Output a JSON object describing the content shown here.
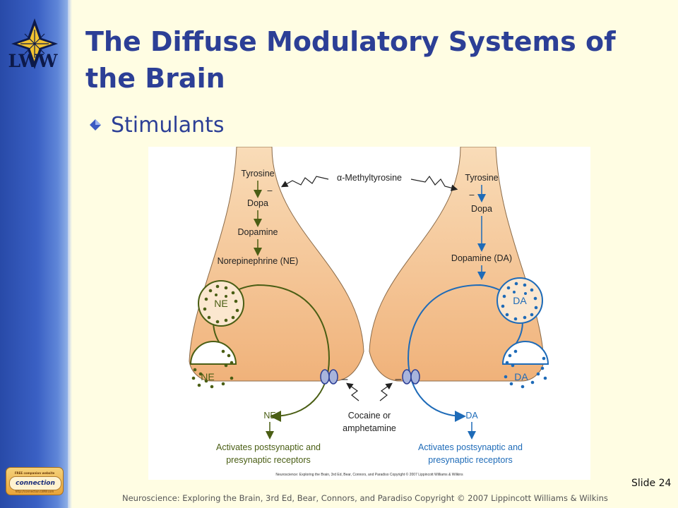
{
  "sidebar": {
    "logo_text": "LWW",
    "badge_top_text": "FREE companion website",
    "badge_main_text": "connection",
    "badge_url_text": "http://connection.LWW.com"
  },
  "slide": {
    "title": "The Diffuse Modulatory Systems of the Brain",
    "bullet": "Stimulants",
    "slide_number": "Slide 24",
    "copyright": "Neuroscience:  Exploring the Brain, 3rd Ed, Bear, Connors, and Paradiso  Copyright © 2007 Lippincott  Williams & Wilkins"
  },
  "figure": {
    "left_terminal": {
      "steps": [
        "Tyrosine",
        "Dopa",
        "Dopamine",
        "Norepinephrine (NE)"
      ],
      "vesicle_label": "NE",
      "released_label": "NE",
      "receptor_text_1": "Activates postsynaptic and",
      "receptor_text_2": "presynaptic receptors"
    },
    "right_terminal": {
      "steps": [
        "Tyrosine",
        "Dopa",
        "Dopamine (DA)"
      ],
      "vesicle_label": "DA",
      "released_label": "DA",
      "receptor_text_1": "Activates postsynaptic and",
      "receptor_text_2": "presynaptic receptors"
    },
    "inhibitor": "α-Methyltyrosine",
    "drug_line_1": "Cocaine or",
    "drug_line_2": "amphetamine",
    "minus_sign": "–",
    "caption": "Neuroscience: Exploring the Brain, 3rd Ed, Bear, Connors, and Paradiso Copyright © 2007 Lippincott Williams & Wilkins",
    "colors": {
      "left_pathway": "#4a5e14",
      "right_pathway": "#1e6bb8",
      "terminal_fill": "#f4c48e"
    }
  }
}
